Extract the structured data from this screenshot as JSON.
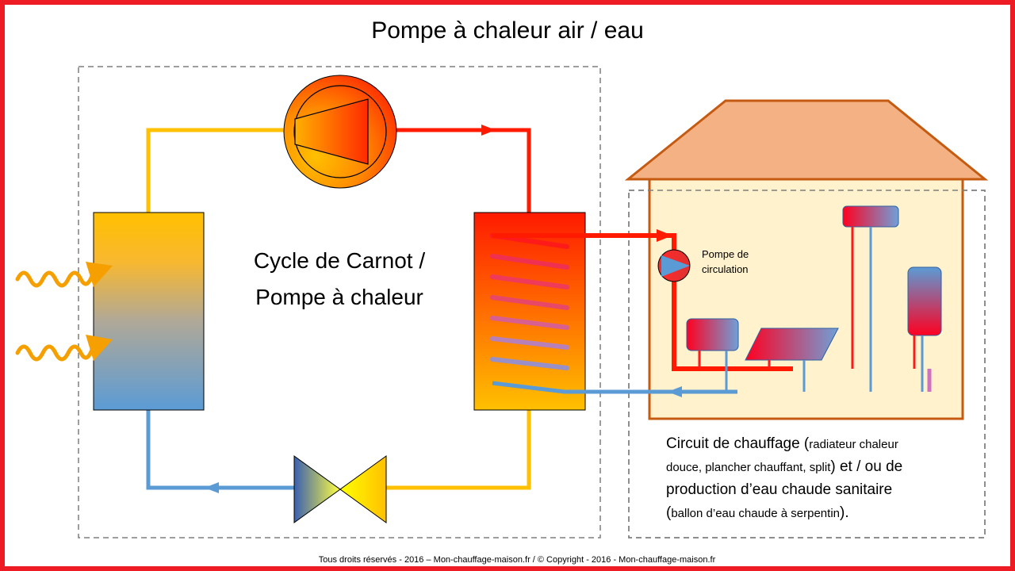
{
  "title": "Pompe à chaleur air / eau",
  "cycle_label": {
    "line1": "Cycle de Carnot /",
    "line2": "Pompe à chaleur"
  },
  "pump_label": {
    "line1": "Pompe de",
    "line2": "circulation"
  },
  "description": {
    "line1_big": "Circuit de chauffage (",
    "line1_small": "radiateur chaleur",
    "line2_small": "douce, plancher chauffant, split",
    "line2_big": ") et / ou de",
    "line3_big": "production d’eau chaude sanitaire",
    "line4_big_open": "(",
    "line4_small": "ballon d’eau chaude à serpentin",
    "line4_big_close": ")."
  },
  "footer": "Tous droits réservés - 2016 – Mon-chauffage-maison.fr  / © Copyright - 2016 - Mon-chauffage-maison.fr",
  "colors": {
    "frame": "#ed1c24",
    "hot": "#ff1a00",
    "warm": "#ffc000",
    "cold": "#5b9bd5",
    "heat_arrow": "#f5a000",
    "house_wall": "#fff2cc",
    "house_roof": "#f4b183",
    "house_outline": "#c55a11",
    "dashed_box": "#7f7f7f"
  },
  "icons": {
    "compressor": "compressor-icon",
    "expansion_valve": "expansion-valve-icon",
    "evaporator": "evaporator-icon",
    "condenser": "condenser-icon",
    "circulation_pump": "circulation-pump-icon",
    "heat_input": "heat-wave-icon",
    "radiator": "radiator-icon",
    "floor_heating": "floor-heating-icon",
    "hot_water_tank": "hot-water-tank-icon"
  }
}
